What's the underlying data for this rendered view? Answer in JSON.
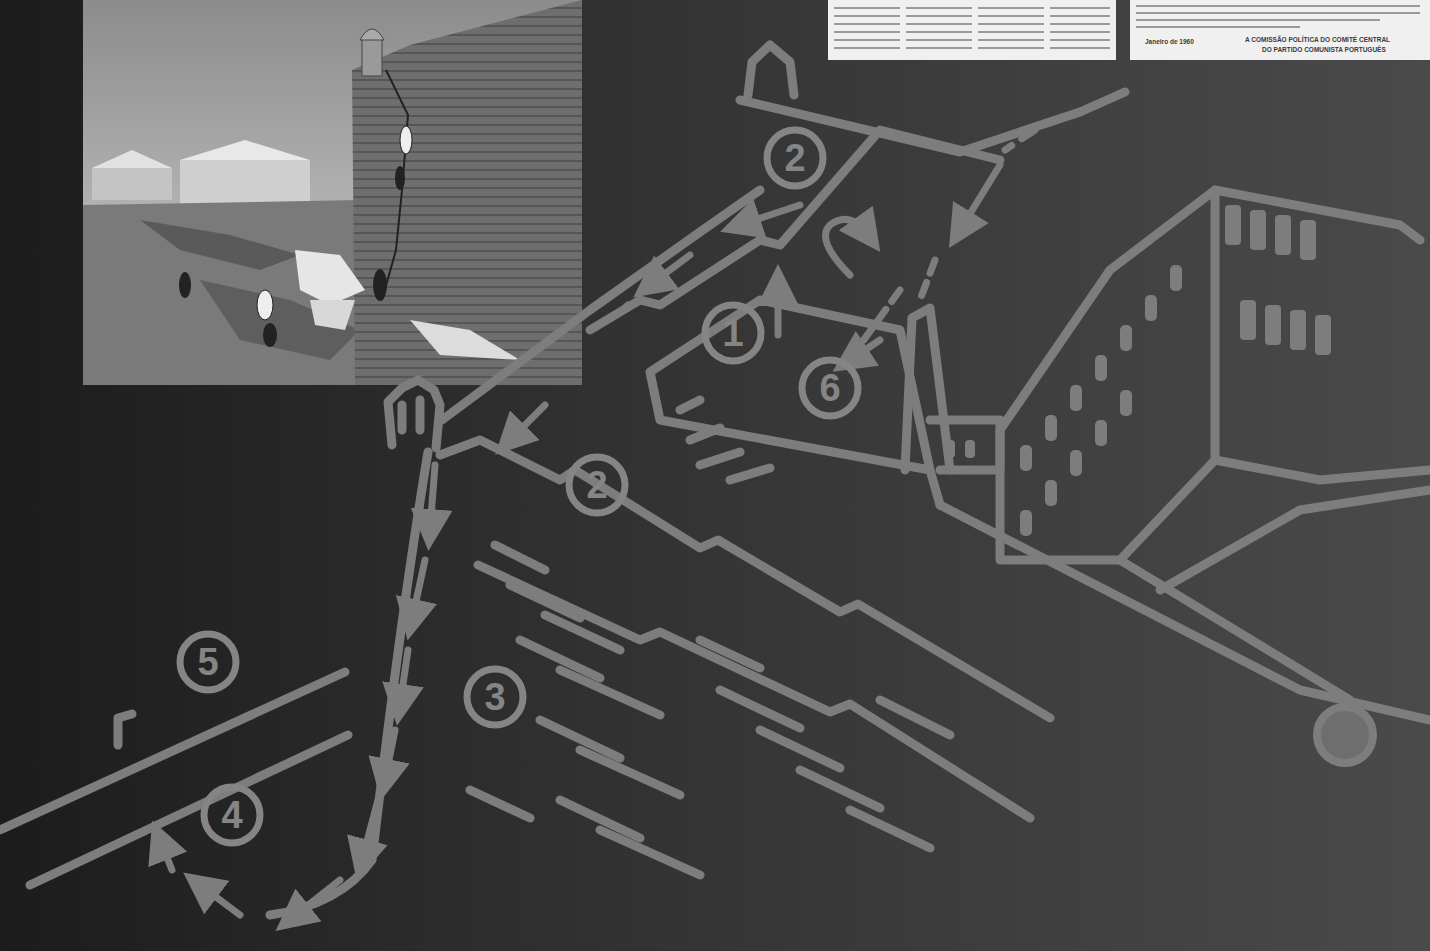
{
  "diagram": {
    "labels": [
      "2",
      "1",
      "6",
      "2",
      "3",
      "5",
      "4",
      "Janeiro de 1960",
      "A COMISSÃO POLÍTICA DO COMITÉ CENTRAL",
      "DO PARTIDO COMUNISTA PORTUGUÊS"
    ]
  }
}
